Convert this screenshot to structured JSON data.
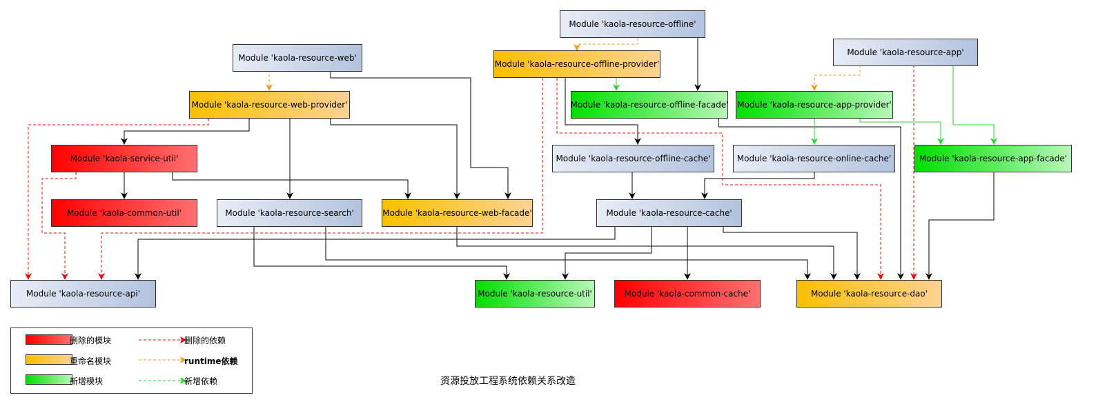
{
  "modules": {
    "offline": "Module 'kaola-resource-offline'",
    "web": "Module 'kaola-resource-web'",
    "offline_provider": "Module 'kaola-resource-offline-provider'",
    "app": "Module 'kaola-resource-app'",
    "web_provider": "Module 'kaola-resource-web-provider'",
    "offline_facade": "Module 'kaola-resource-offline-facade'",
    "app_provider": "Module 'kaola-resource-app-provider'",
    "service_util": "Module 'kaola-service-util'",
    "offline_cache": "Module 'kaola-resource-offline-cache'",
    "online_cache": "Module 'kaola-resource-online-cache'",
    "app_facade": "Module 'kaola-resource-app-facade'",
    "common_util": "Module 'kaola-common-util'",
    "search": "Module 'kaola-resource-search'",
    "web_facade": "Module 'kaola-resource-web-facade'",
    "cache": "Module 'kaola-resource-cache'",
    "api": "Module 'kaola-resource-api'",
    "util": "Module 'kaola-resource-util'",
    "common_cache": "Module 'kaola-common-cache'",
    "dao": "Module 'kaola-resource-dao'"
  },
  "legend": {
    "deleted_module": "删除的模块",
    "renamed_module": "重命名模块",
    "added_module": "新增模块",
    "deleted_dep": "删除的依赖",
    "runtime_dep": "runtime依赖",
    "added_dep": "新增依赖"
  },
  "caption": "资源投放工程系统依赖关系改造",
  "colors": {
    "normal_edge": "#000000",
    "deleted": "#ff0000",
    "runtime": "#f39c12",
    "added": "#22dd22"
  }
}
